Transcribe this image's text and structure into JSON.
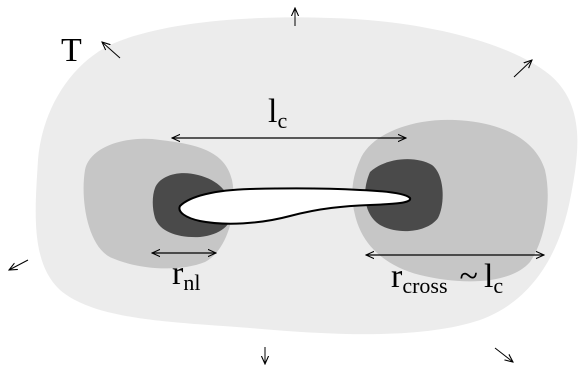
{
  "labels": {
    "T": "T",
    "lc": {
      "base": "l",
      "sub": "c"
    },
    "rnl": {
      "base": "r",
      "sub": "nl"
    },
    "rcross": {
      "base": "r",
      "sub": "cross",
      "approx": "~",
      "base2": "l",
      "sub2": "c"
    }
  },
  "colors": {
    "outer_region": "#ececec",
    "mid_region": "#c6c6c6",
    "core_region": "#4a4a4a",
    "string": "#ffffff",
    "stroke": "#000000"
  }
}
